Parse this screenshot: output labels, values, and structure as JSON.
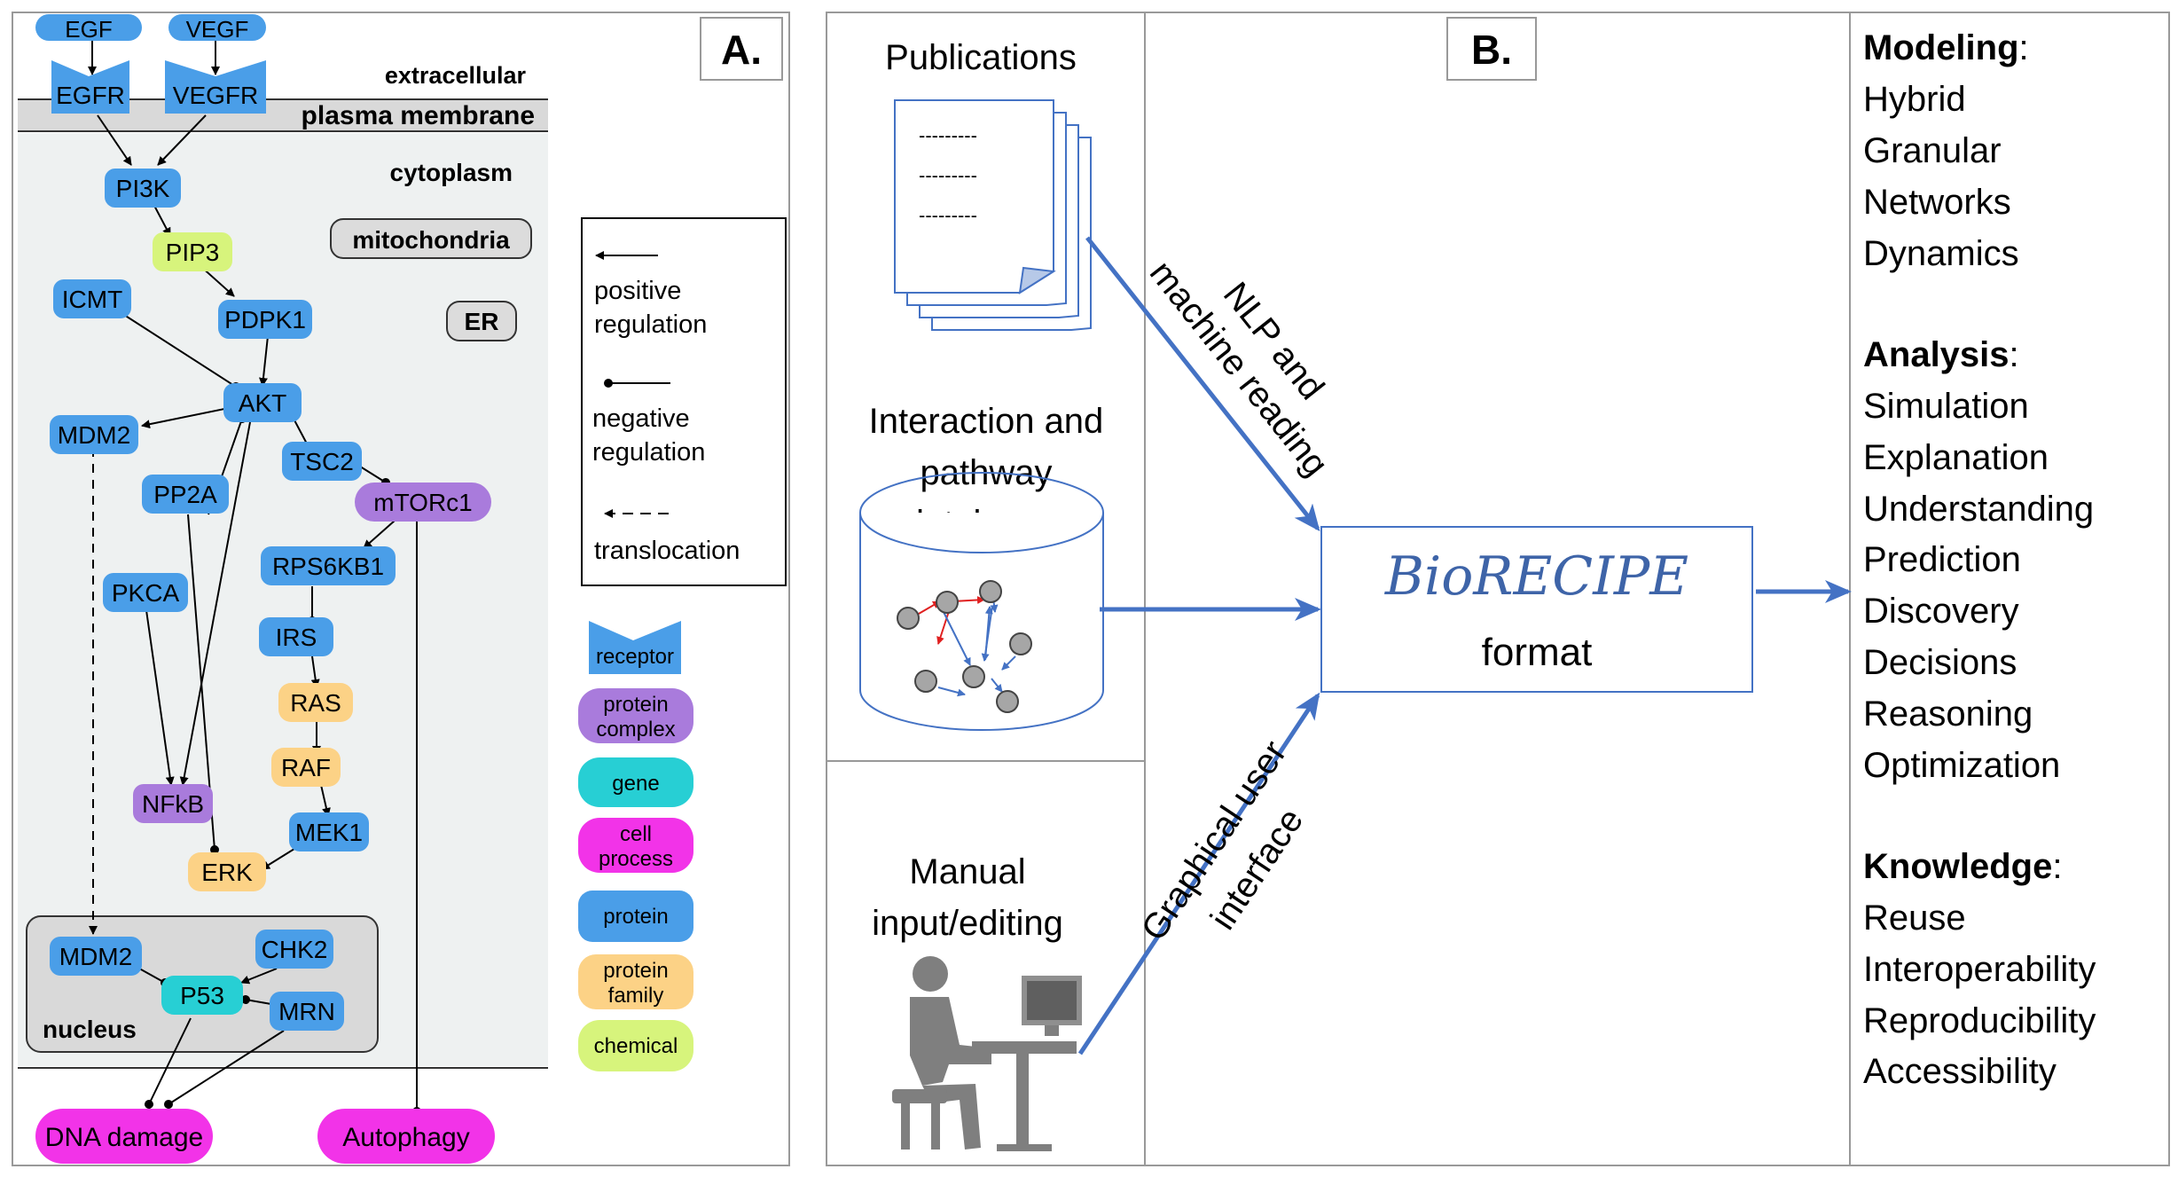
{
  "panel_a": {
    "label": "A.",
    "regions": {
      "extracellular": "extracellular",
      "plasma_membrane": "plasma membrane",
      "cytoplasm": "cytoplasm",
      "mitochondria": "mitochondria",
      "er": "ER",
      "nucleus": "nucleus"
    },
    "nodes": {
      "egf": "EGF",
      "vegf": "VEGF",
      "egfr": "EGFR",
      "vegfr": "VEGFR",
      "pi3k": "PI3K",
      "pip3": "PIP3",
      "icmt": "ICMT",
      "pdpk1": "PDPK1",
      "akt": "AKT",
      "mdm2": "MDM2",
      "pp2a": "PP2A",
      "tsc2": "TSC2",
      "mtorc1": "mTORc1",
      "rps6kb1": "RPS6KB1",
      "pkca": "PKCA",
      "irs": "IRS",
      "ras": "RAS",
      "raf": "RAF",
      "nfkb": "NFkB",
      "mek1": "MEK1",
      "erk": "ERK",
      "mdm2_nuc": "MDM2",
      "chk2": "CHK2",
      "p53": "P53",
      "mrn": "MRN",
      "dna_damage": "DNA damage",
      "autophagy": "Autophagy"
    },
    "arrow_legend": {
      "positive_1": "positive",
      "positive_2": "regulation",
      "negative_1": "negative",
      "negative_2": "regulation",
      "translocation": "translocation"
    },
    "type_legend": {
      "receptor": "receptor",
      "protein_complex_1": "protein",
      "protein_complex_2": "complex",
      "gene": "gene",
      "cell_process_1": "cell",
      "cell_process_2": "process",
      "protein": "protein",
      "protein_family_1": "protein",
      "protein_family_2": "family",
      "chemical": "chemical"
    },
    "colors": {
      "protein": "#4a9ee8",
      "protein_complex": "#a97bdc",
      "gene": "#27cfd4",
      "cell_process": "#f233e8",
      "protein_family": "#fcd286",
      "chemical": "#d7f47c",
      "cytoplasm_bg": "#eef1f1",
      "membrane_bg": "#d9d9d9"
    }
  },
  "panel_b": {
    "label": "B.",
    "publications": "Publications",
    "doc_lines": [
      "---------",
      "---------",
      "---------"
    ],
    "databases_1": "Interaction and",
    "databases_2": "pathway",
    "databases_3": "databases",
    "manual_1": "Manual",
    "manual_2": "input/editing",
    "nlp_1": "NLP and",
    "nlp_2": "machine reading",
    "gui_1": "Graphical user",
    "gui_2": "interface",
    "biorecipe": "BioRECIPE",
    "format": "format",
    "colors": {
      "arrow": "#4472c4",
      "box_border": "#4472c4"
    }
  },
  "outcomes": {
    "modeling": {
      "heading": "Modeling",
      "items": [
        "Hybrid",
        "Granular",
        "Networks",
        "Dynamics"
      ]
    },
    "analysis": {
      "heading": "Analysis",
      "items": [
        "Simulation",
        "Explanation",
        "Understanding",
        "Prediction",
        "Discovery",
        "Decisions",
        "Reasoning",
        "Optimization"
      ]
    },
    "knowledge": {
      "heading": "Knowledge",
      "items": [
        "Reuse",
        "Interoperability",
        "Reproducibility",
        "Accessibility"
      ]
    }
  }
}
